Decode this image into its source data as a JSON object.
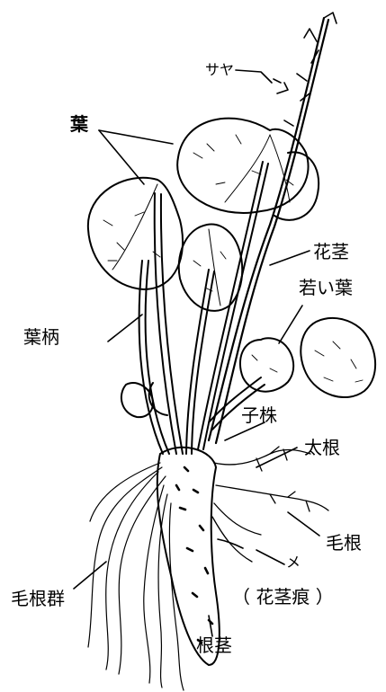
{
  "diagram": {
    "labels": {
      "pod": "サヤ",
      "leaf": "葉",
      "flower_stem": "花茎",
      "young_leaf": "若い葉",
      "petiole": "葉柄",
      "offshoot": "子株",
      "thick_root": "太根",
      "fine_root": "毛根",
      "bud": "メ",
      "bud_note": "（ 花茎痕 ）",
      "fine_root_group": "毛根群",
      "rhizome": "根茎"
    }
  }
}
